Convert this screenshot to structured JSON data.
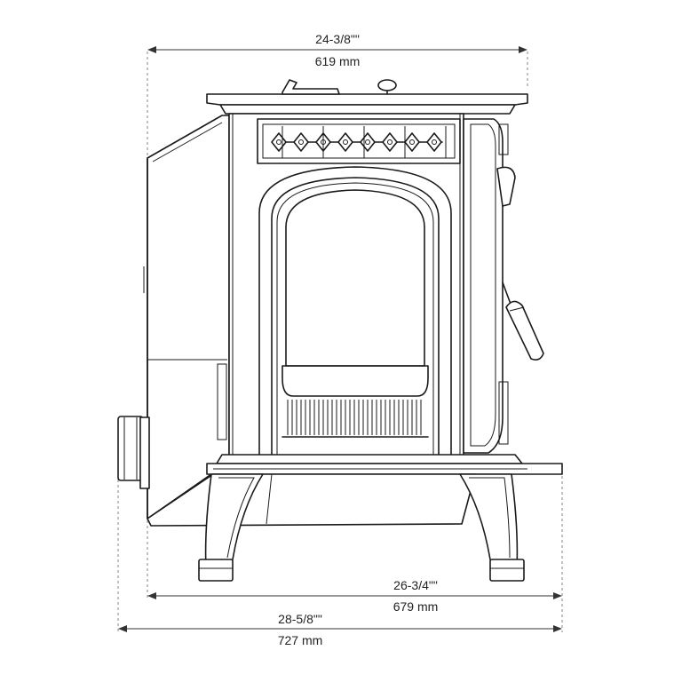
{
  "dimensions": {
    "top_width": {
      "imperial": "24-3/8\"\"",
      "metric": "619 mm"
    },
    "base_depth": {
      "imperial": "26-3/4\"\"",
      "metric": "679 mm"
    },
    "overall_depth": {
      "imperial": "28-5/8\"\"",
      "metric": "727 mm"
    }
  },
  "colors": {
    "line": "#1a1a1a",
    "dimension": "#333333",
    "background": "#ffffff"
  }
}
